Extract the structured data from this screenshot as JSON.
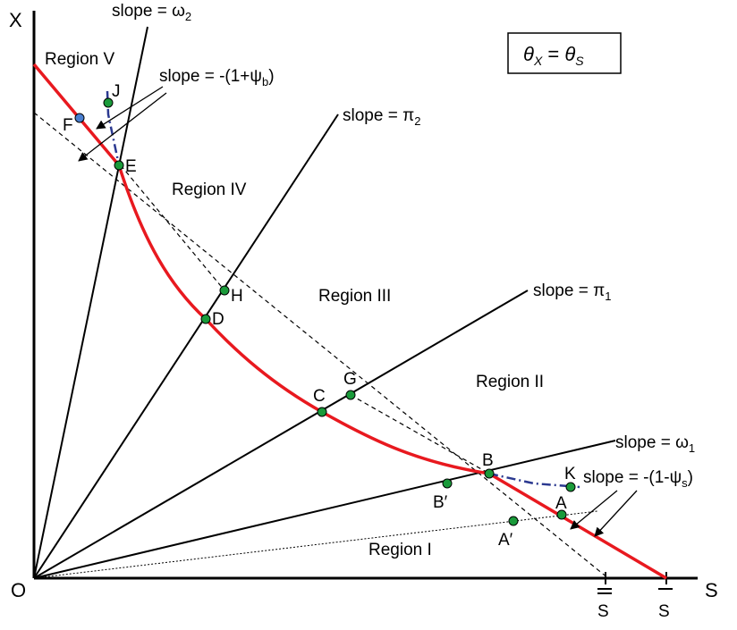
{
  "axes": {
    "x_label": "S",
    "y_label": "X",
    "origin": "O",
    "s_bar_label": "S",
    "s_doublebar_label": "S"
  },
  "rays": {
    "omega2": {
      "prefix": "slope = ",
      "sym": "ω",
      "sub": "2"
    },
    "pi2": {
      "prefix": "slope = ",
      "sym": "π",
      "sub": "2"
    },
    "pi1": {
      "prefix": "slope = ",
      "sym": "π",
      "sub": "1"
    },
    "omega1": {
      "prefix": "slope = ",
      "sym": "ω",
      "sub": "1"
    }
  },
  "slopes": {
    "buy": {
      "prefix": "slope = -(1+",
      "sym": "ψ",
      "sub": "b",
      "suffix": ")"
    },
    "sell": {
      "prefix": "slope = -(1-",
      "sym": "ψ",
      "sub": "s",
      "suffix": ")"
    }
  },
  "regions": {
    "r1": "Region I",
    "r2": "Region II",
    "r3": "Region III",
    "r4": "Region IV",
    "r5": "Region V"
  },
  "points": {
    "A": "A",
    "A_prime": "A′",
    "B": "B",
    "B_prime": "B′",
    "C": "C",
    "D": "D",
    "E": "E",
    "F": "F",
    "G": "G",
    "H": "H",
    "J": "J",
    "K": "K"
  },
  "legend_box": {
    "theta": "θ",
    "sub_x": "X",
    "equals": " = ",
    "sub_s": "S"
  },
  "colors": {
    "curve": "#e8191f",
    "dash_blue": "#2b3990",
    "point_green": "#1a9a3a",
    "point_blue": "#4a7fd0"
  }
}
